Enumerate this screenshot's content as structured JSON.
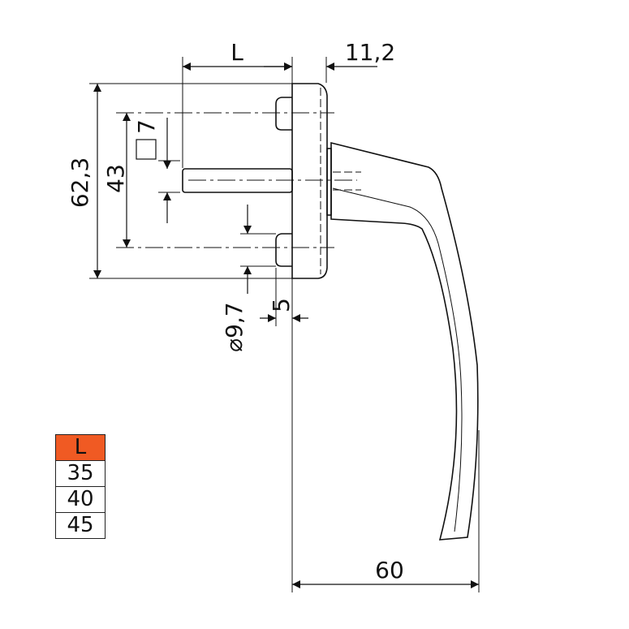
{
  "dimensions": {
    "length": "L",
    "base_thickness": "11,2",
    "total_height": "62,3",
    "screw_spacing": "43",
    "square_spindle": "7",
    "screw_hole_diameter": "⌀9,7",
    "pin_offset": "5",
    "handle_length": "60"
  },
  "length_table": {
    "header": "L",
    "values": [
      "35",
      "40",
      "45"
    ]
  },
  "colors": {
    "table_header": "#f05a23",
    "line": "#111111"
  }
}
